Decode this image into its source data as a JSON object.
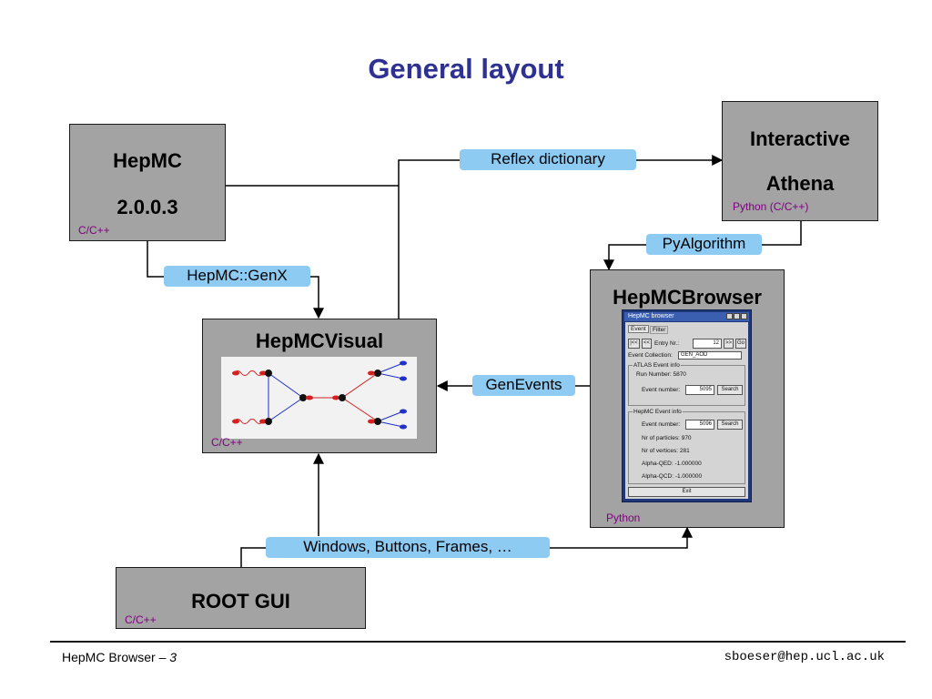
{
  "slide": {
    "title": "General layout",
    "footer_left": "HepMC Browser – ",
    "footer_page": "3",
    "footer_right": "sboeser@hep.ucl.ac.uk"
  },
  "boxes": {
    "hepmc": {
      "title_line1": "HepMC",
      "title_line2": "2.0.0.3",
      "lang": "C/C++"
    },
    "athena": {
      "title_line1": "Interactive",
      "title_line2": "Athena",
      "lang": "Python (C/C++)"
    },
    "visual": {
      "title": "HepMCVisual",
      "lang": "C/C++"
    },
    "browser": {
      "title": "HepMCBrowser",
      "lang": "Python"
    },
    "rootgui": {
      "title": "ROOT GUI",
      "lang": "C/C++"
    }
  },
  "connectors": {
    "reflex": "Reflex dictionary",
    "pyalgorithm": "PyAlgorithm",
    "genx": "HepMC::GenX",
    "genevents": "GenEvents",
    "widgets": "Windows, Buttons, Frames, …"
  },
  "mini_app": {
    "title": "HepMC browser",
    "tabs": [
      "Event",
      "Filter"
    ],
    "nav_buttons": [
      "|<<",
      "<<"
    ],
    "entry_label": "Entry Nr.:",
    "entry_value": "12",
    "next_button": ">>",
    "go_button": "Go",
    "collection_label": "Event Collection:",
    "collection_value": "GEN_AOD",
    "atlas_group": "ATLAS Event info",
    "run_number": "Run Number: 5870",
    "event_number_label": "Event number:",
    "atlas_event_number": "5095",
    "search_label": "Search",
    "hepmc_group": "HepMC Event info",
    "hepmc_event_number": "5096",
    "particles": "Nr of particles: 970",
    "vertices": "Nr of vertices: 281",
    "alpha_qed": "Alpha-QED: -1.000000",
    "alpha_qcd": "Alpha-QCD: -1.000000",
    "exit_label": "Exit"
  },
  "colors": {
    "title": "#2e3192",
    "box_fill": "#a3a3a3",
    "pill_fill": "#8ecbf3",
    "lang_text": "#800080",
    "particle_red": "#d42020",
    "particle_blue": "#2030c8"
  }
}
